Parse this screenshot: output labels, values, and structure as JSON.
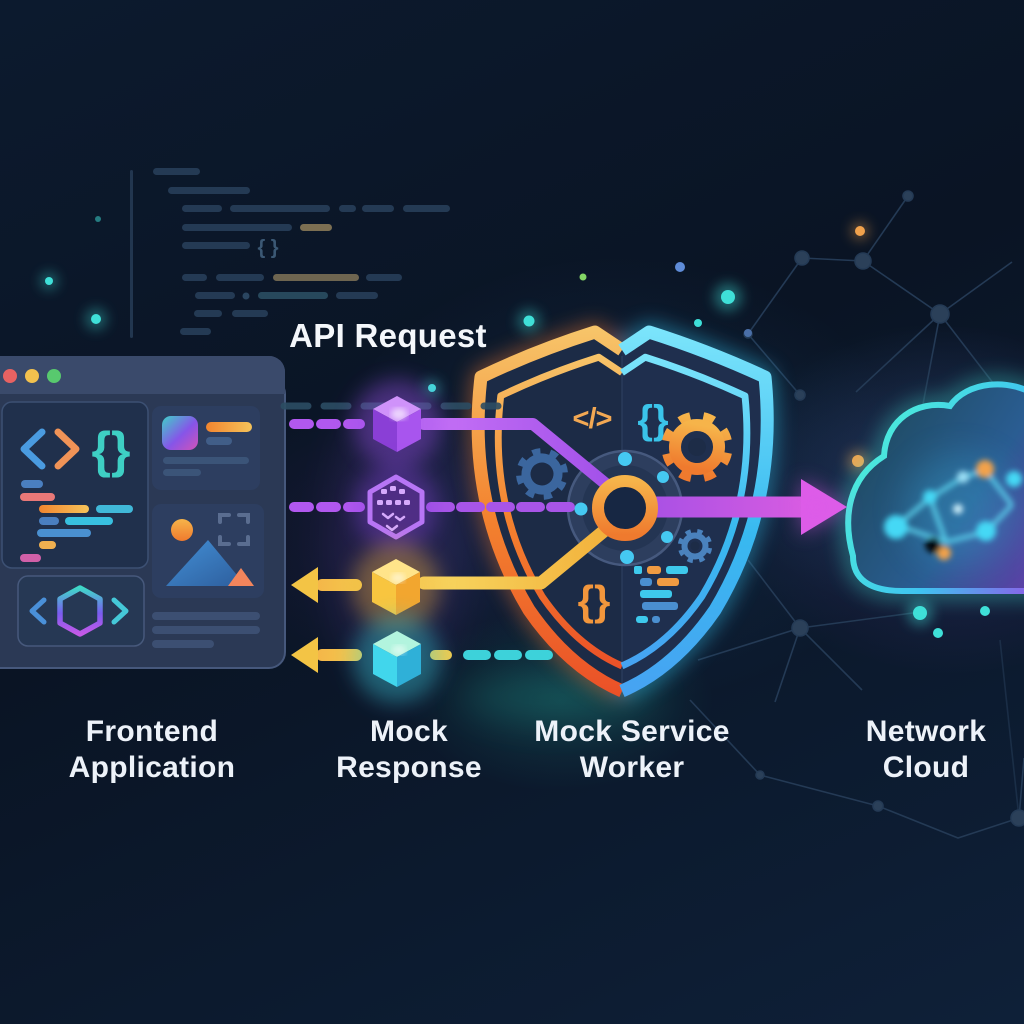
{
  "diagram": {
    "api_request_label": "API Request",
    "nodes": {
      "frontend": {
        "line1": "Frontend",
        "line2": "Application"
      },
      "mock_response": {
        "line1": "Mock",
        "line2": "Response"
      },
      "mock_service_worker": {
        "line1": "Mock Service",
        "line2": "Worker"
      },
      "network_cloud": {
        "line1": "Network",
        "line2": "Cloud"
      }
    }
  },
  "icons": {
    "code_tag_icon": "</>",
    "shield_braces_top_icon": "{}",
    "shield_braces_bottom_icon": "{}",
    "editor_braces_icon": "{}",
    "faded_braces_icon": "{ }"
  },
  "colors": {
    "background": "#0c1a2e",
    "accent_purple": "#b158ef",
    "accent_magenta": "#dd5ce8",
    "accent_yellow": "#f2c94c",
    "accent_orange": "#f3832f",
    "accent_cyan": "#3dd2da",
    "accent_blue": "#38b9f0",
    "accent_teal": "#40e8d0",
    "label_text": "#edf2f9",
    "traffic_light_red": "#e86262",
    "traffic_light_yellow": "#f2c14e",
    "traffic_light_green": "#58c96e"
  }
}
